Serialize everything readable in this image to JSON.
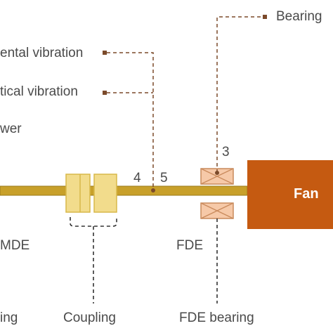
{
  "labels": {
    "bearing_top": "Bearing",
    "horizontal_vibration": "ental vibration",
    "vertical_vibration": "tical vibration",
    "power": "wer",
    "point_3": "3",
    "point_4": "4",
    "point_5": "5",
    "fan": "Fan",
    "mde": "MDE",
    "fde": "FDE",
    "bearing_bottom_left": "ing",
    "coupling": "Coupling",
    "fde_bearing": "FDE bearing"
  },
  "colors": {
    "shaft": "#c8a02a",
    "shaft_edge": "#9a7a1a",
    "coupling_fill": "#f2dc8c",
    "coupling_edge": "#d8b84a",
    "bearing_fill": "#f6c9a8",
    "bearing_edge": "#c98a5c",
    "fan_fill": "#c55a11",
    "leader": "#7b4a2a",
    "text": "#4a4a4a"
  }
}
